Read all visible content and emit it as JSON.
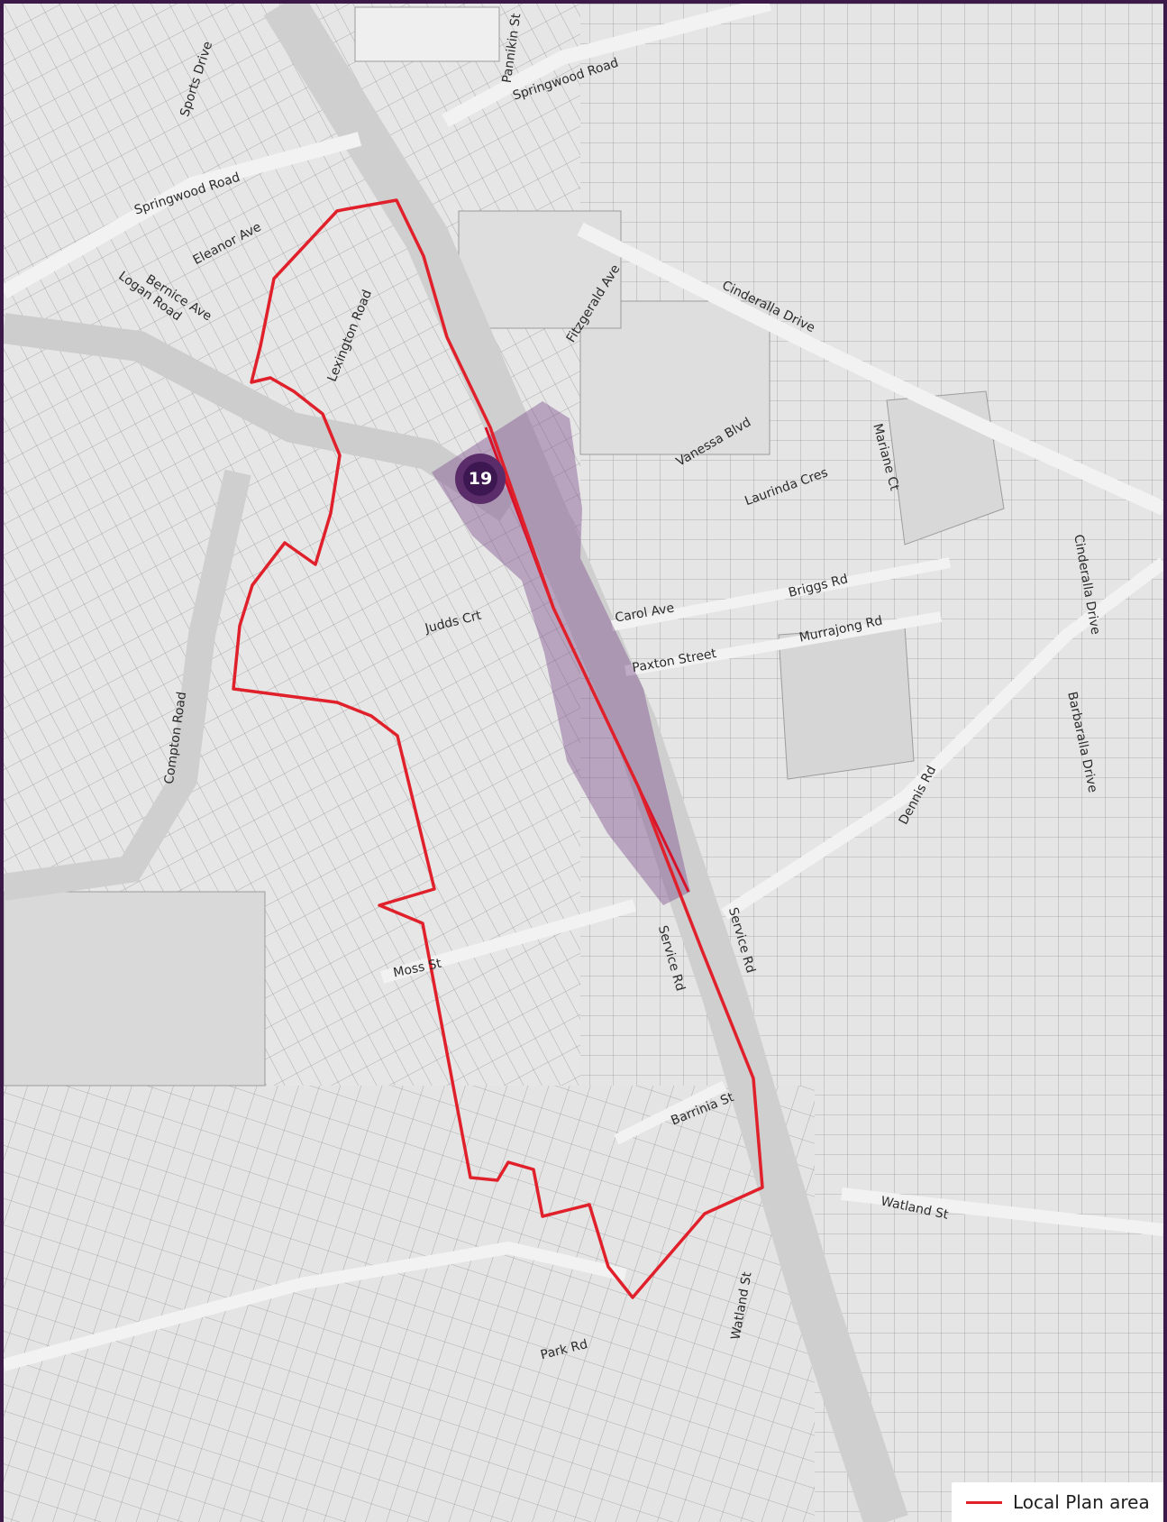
{
  "map": {
    "road_labels": [
      "Springwood Road",
      "Pannikin St",
      "Sports Drive",
      "Springwood Road",
      "Eleanor Ave",
      "Bernice Ave",
      "Logan Road",
      "Lexington Road",
      "Fitzgerald Ave",
      "Cinderalla Drive",
      "Vanessa Blvd",
      "Mariane Ct",
      "Laurinda Cres",
      "Judds Crt",
      "Carol Ave",
      "Briggs Rd",
      "Paxton Street",
      "Murrajong Rd",
      "Cinderalla Drive",
      "Compton Road",
      "Barbaralla Drive",
      "Dennis Rd",
      "Service Rd",
      "Moss St",
      "Service Rd",
      "Barrinia St",
      "Watland St",
      "Watland St",
      "Park Rd"
    ],
    "marker": {
      "number": "19"
    },
    "colors": {
      "boundary": "#e0202a",
      "highlight": "#7a4a8a",
      "marker": "#3d1850",
      "frame": "#3b1a4a"
    }
  },
  "legend": {
    "label": "Local Plan area"
  }
}
